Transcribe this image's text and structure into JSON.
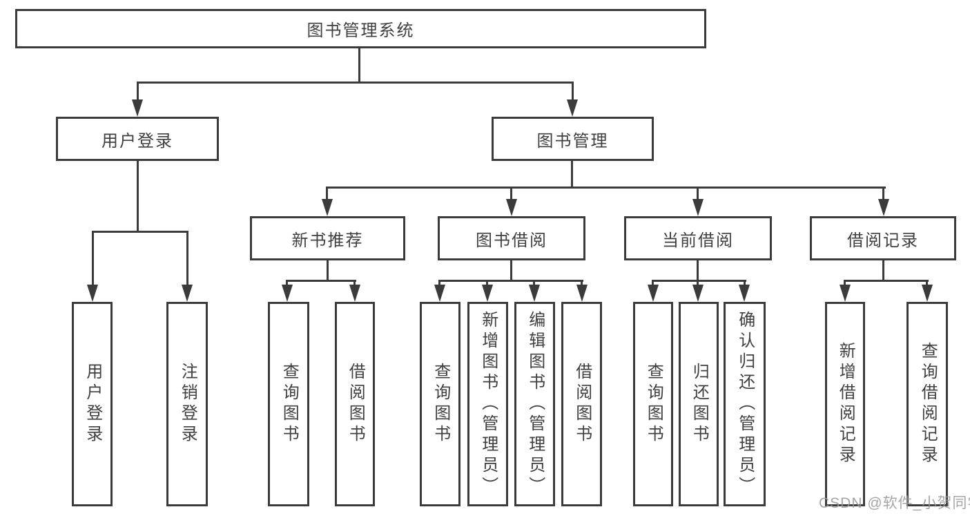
{
  "tree": {
    "root": {
      "label": "图书管理系统"
    },
    "branches": [
      {
        "label": "用户登录",
        "children": [
          {
            "label": "用户登录"
          },
          {
            "label": "注销登录"
          }
        ]
      },
      {
        "label": "图书管理",
        "children": [
          {
            "label": "新书推荐",
            "children": [
              {
                "label": "查询图书"
              },
              {
                "label": "借阅图书"
              }
            ]
          },
          {
            "label": "图书借阅",
            "children": [
              {
                "label": "查询图书"
              },
              {
                "label": "新增图书（管理员）"
              },
              {
                "label": "编辑图书（管理员）"
              },
              {
                "label": "借阅图书"
              }
            ]
          },
          {
            "label": "当前借阅",
            "children": [
              {
                "label": "查询图书"
              },
              {
                "label": "归还图书"
              },
              {
                "label": "确认归还（管理员）"
              }
            ]
          },
          {
            "label": "借阅记录",
            "children": [
              {
                "label": "新增借阅记录"
              },
              {
                "label": "查询借阅记录"
              }
            ]
          }
        ]
      }
    ]
  },
  "watermark": {
    "text": "CSDN @软件_小贺同学"
  },
  "colors": {
    "line": "#3b3b3b",
    "text": "#3f3f3f",
    "box_fill": "#ffffff",
    "background": "#ffffff",
    "watermark": "#999999"
  }
}
